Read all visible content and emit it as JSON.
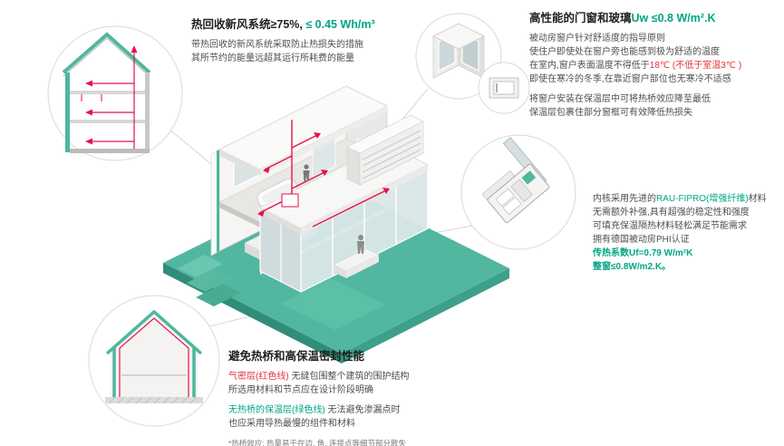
{
  "colors": {
    "teal": "#4fb6a0",
    "green": "#00a583",
    "red": "#e43238",
    "line_red": "#e3134e",
    "dark": "#1f1f1f",
    "body": "#4e4e4e",
    "muted": "#7a7a7a"
  },
  "heat_recovery": {
    "title_main": "热回收新风系统≥75%, ",
    "title_value": "≤ 0.45 Wh/m³",
    "line1": "带热回收的新风系统采取防止热损失的措施",
    "line2": "其所节约的能量远超其运行所耗费的能量"
  },
  "windows": {
    "title_main": "高性能的门窗和玻璃",
    "title_value": "Uw ≤0.8 W/m².K",
    "line1": "被动房窗户针对舒适度的指导原则",
    "line2": "使住户即使处在窗户旁也能感到极为舒适的温度",
    "line3_pre": "在室内,窗户表面温度不得低于",
    "line3_red": "18℃ (不低于室温3℃ )",
    "line4": "即使在寒冷的冬季,在靠近窗户部位也无寒冷不适感",
    "line5": "将窗户安装在保温层中可将热桥效应降至最低",
    "line6": "保温层包裹住部分窗框可有效降低热损失"
  },
  "core_material": {
    "line1_pre": "内核采用先进的",
    "line1_green": "RAU-FIPRO(增强纤维)",
    "line1_post": "材料",
    "line2": "无需额外补强,具有超强的稳定性和强度",
    "line3": "可填充保温隔热材料轻松满足节能需求",
    "line4": "拥有德国被动房PHI认证",
    "uf_value": "传热系数Uf=0.79 W/m²K",
    "uw_value": "整窗≤0.8W/m2.K。"
  },
  "thermal_bridge": {
    "title": "避免热桥和高保温密封性能",
    "airtight_label": "气密层(红色线)",
    "line1_rest": " 无缝包围整个建筑的围护结构",
    "line2": "所选用材料和节点应在设计阶段明确",
    "insulation_label": "无热桥的保温层(绿色线)",
    "line3_rest": " 无法避免渗漏点时",
    "line4": "也应采用导热最慢的组件和材料",
    "footnote": "*热桥效应: 热量易于在边, 角, 连接点等细节部分散失"
  },
  "illustrations": {
    "house": "passive-house-isometric-cutaway",
    "section_circle": "building-section-ventilation-detail",
    "window_corner_circle": "window-corner-detail",
    "profile_circle": "window-frame-profile-cross-section",
    "envelope_circle": "insulation-and-airtight-envelope-outline"
  }
}
